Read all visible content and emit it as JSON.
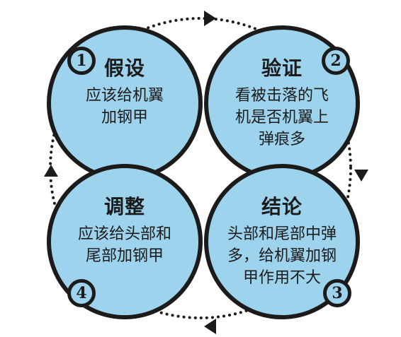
{
  "cycle": {
    "colors": {
      "fill": "#9dd3ec",
      "outline": "#1b1b1b",
      "dots": "#1b1b1b"
    },
    "steps": [
      {
        "number": "1",
        "title": "假设",
        "body_lines": [
          "应该给机翼",
          "加钢甲"
        ]
      },
      {
        "number": "2",
        "title": "验证",
        "body_lines": [
          "看被击落的飞",
          "机是否机翼上",
          "弹痕多"
        ]
      },
      {
        "number": "3",
        "title": "结论",
        "body_lines": [
          "头部和尾部中弹",
          "多，给机翼加钢",
          "甲作用不大"
        ]
      },
      {
        "number": "4",
        "title": "调整",
        "body_lines": [
          "应该给头部和",
          "尾部加钢甲"
        ]
      }
    ]
  }
}
